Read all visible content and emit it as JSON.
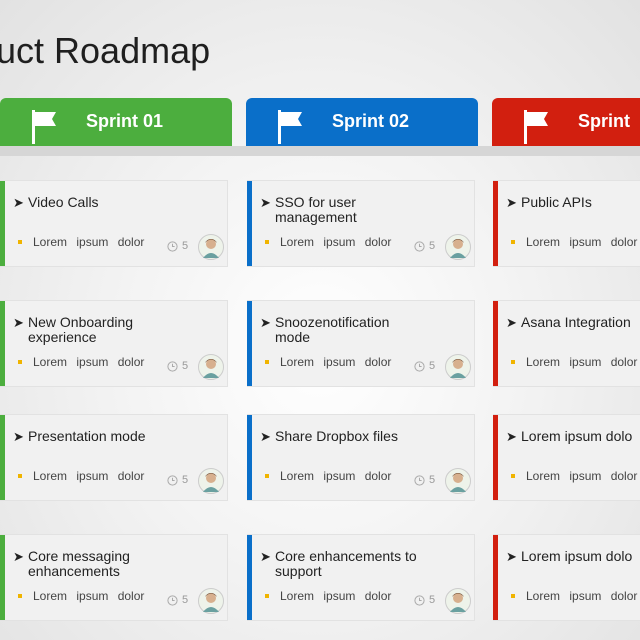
{
  "title": "uct Roadmap",
  "colors": {
    "sprint1": "#4cae3e",
    "sprint2": "#0a6fc9",
    "sprint3": "#d21f0f",
    "bullet": "#f0b400"
  },
  "sprints": [
    {
      "label": "Sprint 01",
      "icon": "flag-icon",
      "cards": [
        {
          "title": "Video Calls",
          "text": "Lorem ipsum dolor",
          "estimate": "5"
        },
        {
          "title": "New Onboarding experience",
          "text": "Lorem ipsum dolor",
          "estimate": "5"
        },
        {
          "title": "Presentation mode",
          "text": "Lorem ipsum dolor",
          "estimate": "5"
        },
        {
          "title": "Core messaging enhancements",
          "text": "Lorem ipsum dolor",
          "estimate": "5"
        }
      ]
    },
    {
      "label": "Sprint 02",
      "icon": "flag-icon",
      "cards": [
        {
          "title": "SSO for user management",
          "text": "Lorem ipsum dolor",
          "estimate": "5"
        },
        {
          "title": "Snoozenotification mode",
          "text": "Lorem ipsum dolor",
          "estimate": "5"
        },
        {
          "title": "Share Dropbox files",
          "text": "Lorem ipsum dolor",
          "estimate": "5"
        },
        {
          "title": "Core enhancements to support",
          "text": "Lorem ipsum dolor",
          "estimate": "5"
        }
      ]
    },
    {
      "label": "Sprint",
      "icon": "flag-icon",
      "cards": [
        {
          "title": "Public APIs",
          "text": "Lorem ipsum dolor",
          "estimate": ""
        },
        {
          "title": "Asana Integration",
          "text": "Lorem ipsum dolor",
          "estimate": ""
        },
        {
          "title": "Lorem ipsum dolo",
          "text": "Lorem ipsum dolor",
          "estimate": ""
        },
        {
          "title": "Lorem ipsum dolo",
          "text": "Lorem ipsum dolor",
          "estimate": ""
        }
      ]
    }
  ]
}
